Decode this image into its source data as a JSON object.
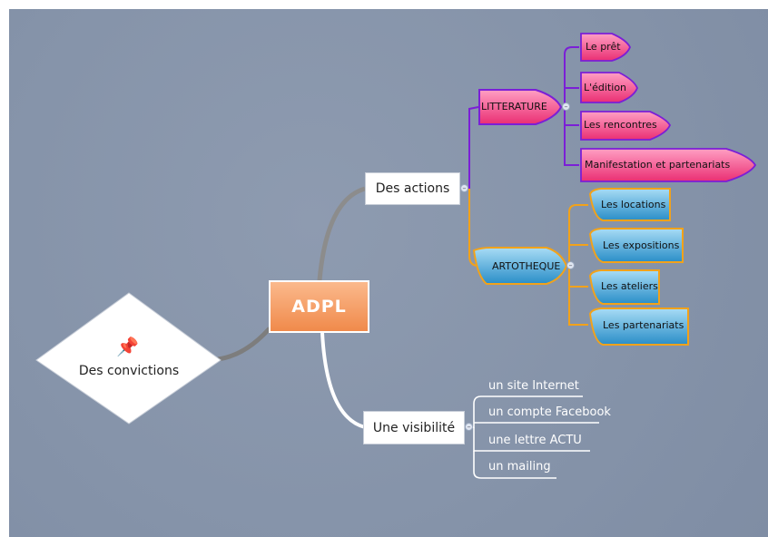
{
  "map": {
    "central": "ADPL",
    "convictions": "Des convictions",
    "actions": "Des actions",
    "visibilite": "Une visibilité",
    "litterature": {
      "label": "LITTERATURE",
      "children": [
        "Le prêt",
        "L'édition",
        "Les rencontres",
        "Manifestation et partenariats"
      ]
    },
    "artotheque": {
      "label": "ARTOTHEQUE",
      "children": [
        "Les locations",
        "Les expositions",
        "Les ateliers",
        "Les partenariats"
      ]
    },
    "visibilite_items": [
      "un site Internet",
      "un compte Facebook",
      "une lettre ACTU",
      "un mailing"
    ]
  },
  "icons": {
    "convictions_marker": "pushpin-icon",
    "collapse": "collapse-minus-icon"
  },
  "colors": {
    "background": "#8896ab",
    "central": "#f08a4b",
    "litterature_fill": "#f0407f",
    "litterature_border": "#7b1fd6",
    "artotheque_fill": "#3499cf",
    "artotheque_border": "#f2a21a"
  }
}
